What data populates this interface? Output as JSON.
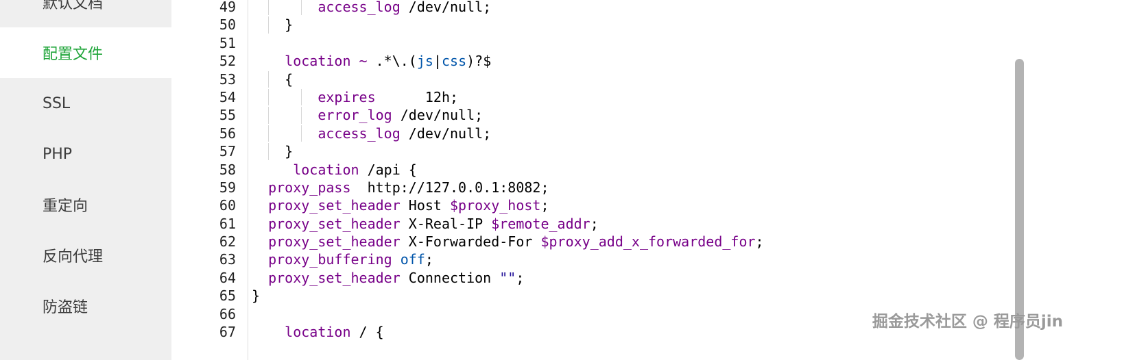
{
  "colors": {
    "accent_green": "#20a53a",
    "keyword": "#770088",
    "variable": "#770088",
    "atom": "#0055aa",
    "string": "#221199",
    "line_number": "#222222",
    "sidebar_bg": "#efefef",
    "watermark": "#9a9a9a"
  },
  "sidebar": {
    "items": [
      {
        "label": "默认文档",
        "active": false
      },
      {
        "label": "配置文件",
        "active": true
      },
      {
        "label": "SSL",
        "active": false
      },
      {
        "label": "PHP",
        "active": false
      },
      {
        "label": "重定向",
        "active": false
      },
      {
        "label": "反向代理",
        "active": false
      },
      {
        "label": "防盗链",
        "active": false
      }
    ]
  },
  "editor": {
    "lines": [
      {
        "n": 49,
        "guides": [
          2,
          6
        ],
        "tokens": [
          {
            "t": "        "
          },
          {
            "t": "access_log",
            "c": "kw"
          },
          {
            "t": " /dev/null;"
          }
        ]
      },
      {
        "n": 50,
        "guides": [
          2
        ],
        "tokens": [
          {
            "t": "    }"
          }
        ]
      },
      {
        "n": 51,
        "tokens": []
      },
      {
        "n": 52,
        "tokens": [
          {
            "t": "    "
          },
          {
            "t": "location",
            "c": "kw"
          },
          {
            "t": " "
          },
          {
            "t": "~",
            "c": "kw"
          },
          {
            "t": " .*\\.("
          },
          {
            "t": "js",
            "c": "b"
          },
          {
            "t": "|"
          },
          {
            "t": "css",
            "c": "b"
          },
          {
            "t": ")?$"
          }
        ]
      },
      {
        "n": 53,
        "guides": [
          2
        ],
        "tokens": [
          {
            "t": "    {"
          }
        ]
      },
      {
        "n": 54,
        "guides": [
          2,
          6
        ],
        "tokens": [
          {
            "t": "        "
          },
          {
            "t": "expires",
            "c": "kw"
          },
          {
            "t": "      12h;"
          }
        ]
      },
      {
        "n": 55,
        "guides": [
          2,
          6
        ],
        "tokens": [
          {
            "t": "        "
          },
          {
            "t": "error_log",
            "c": "kw"
          },
          {
            "t": " /dev/null;"
          }
        ]
      },
      {
        "n": 56,
        "guides": [
          2,
          6
        ],
        "tokens": [
          {
            "t": "        "
          },
          {
            "t": "access_log",
            "c": "kw"
          },
          {
            "t": " /dev/null;"
          }
        ]
      },
      {
        "n": 57,
        "guides": [
          2
        ],
        "tokens": [
          {
            "t": "    }"
          }
        ]
      },
      {
        "n": 58,
        "tokens": [
          {
            "t": "     "
          },
          {
            "t": "location",
            "c": "kw"
          },
          {
            "t": " /api {"
          }
        ]
      },
      {
        "n": 59,
        "tokens": [
          {
            "t": "  "
          },
          {
            "t": "proxy_pass",
            "c": "kw"
          },
          {
            "t": "  http://127.0.0.1:8082;"
          }
        ]
      },
      {
        "n": 60,
        "tokens": [
          {
            "t": "  "
          },
          {
            "t": "proxy_set_header",
            "c": "kw"
          },
          {
            "t": " Host "
          },
          {
            "t": "$proxy_host",
            "c": "var"
          },
          {
            "t": ";"
          }
        ]
      },
      {
        "n": 61,
        "tokens": [
          {
            "t": "  "
          },
          {
            "t": "proxy_set_header",
            "c": "kw"
          },
          {
            "t": " X-Real-IP "
          },
          {
            "t": "$remote_addr",
            "c": "var"
          },
          {
            "t": ";"
          }
        ]
      },
      {
        "n": 62,
        "tokens": [
          {
            "t": "  "
          },
          {
            "t": "proxy_set_header",
            "c": "kw"
          },
          {
            "t": " X-Forwarded-For "
          },
          {
            "t": "$proxy_add_x_forwarded_for",
            "c": "var"
          },
          {
            "t": ";"
          }
        ]
      },
      {
        "n": 63,
        "tokens": [
          {
            "t": "  "
          },
          {
            "t": "proxy_buffering",
            "c": "kw"
          },
          {
            "t": " "
          },
          {
            "t": "off",
            "c": "b"
          },
          {
            "t": ";"
          }
        ]
      },
      {
        "n": 64,
        "tokens": [
          {
            "t": "  "
          },
          {
            "t": "proxy_set_header",
            "c": "kw"
          },
          {
            "t": " Connection "
          },
          {
            "t": "\"\"",
            "c": "str"
          },
          {
            "t": ";"
          }
        ]
      },
      {
        "n": 65,
        "tokens": [
          {
            "t": "}"
          }
        ]
      },
      {
        "n": 66,
        "tokens": []
      },
      {
        "n": 67,
        "tokens": [
          {
            "t": "    "
          },
          {
            "t": "location",
            "c": "kw"
          },
          {
            "t": " / {"
          }
        ]
      }
    ]
  },
  "watermark": {
    "text": "掘金技术社区 @ 程序员jin"
  }
}
